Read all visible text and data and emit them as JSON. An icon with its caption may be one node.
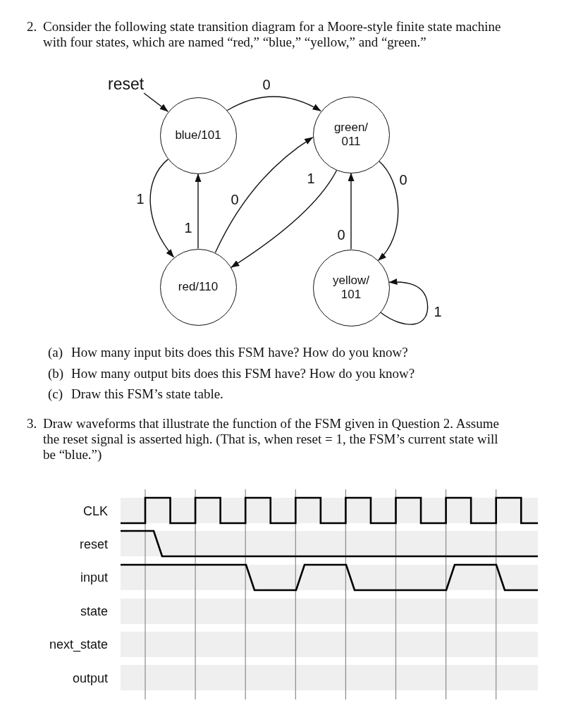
{
  "diagram": {
    "nodes": [
      {
        "text": [
          "reset"
        ]
      },
      {
        "text": [
          "blue/101"
        ]
      },
      {
        "text": [
          "green/ 011"
        ]
      },
      {
        "text": [
          "red/110"
        ]
      },
      {
        "text": [
          "yellow/ 101"
        ]
      }
    ],
    "edges": [
      {
        "from": 0,
        "to": 1,
        "arrow": "to"
      },
      {
        "from": 1,
        "to": 2,
        "arrow": "to",
        "label": "0"
      },
      {
        "from": 1,
        "to": 3,
        "arrow": "to",
        "label": "1"
      },
      {
        "from": 3,
        "to": 1,
        "arrow": "to",
        "label": "1"
      },
      {
        "from": 3,
        "to": 2,
        "arrow": "to",
        "label": "0"
      },
      {
        "from": 2,
        "to": 3,
        "arrow": "to",
        "label": "1"
      },
      {
        "from": 2,
        "to": 4,
        "arrow": "to",
        "label": "0"
      },
      {
        "from": 4,
        "to": 2,
        "arrow": "to",
        "label": "0"
      },
      {
        "from": 4,
        "to": 4,
        "arrow": "to",
        "label": "1"
      }
    ],
    "labels": [
      "2.",
      "Consider the following state transition diagram for a Moore-style finite state machine with four states, which are named “red,” “blue,” “yellow,” and “green.”",
      "(a)",
      "How many input bits does this FSM have? How do you know?",
      "(b)",
      "How many output bits does this FSM have? How do you know?",
      "(c)",
      "Draw this FSM’s state table.",
      "3.",
      "Draw waveforms that illustrate the function of the FSM given in Question 2. Assume the reset signal is asserted high. (That is, when reset = 1, the FSM’s current state will be “blue.”)",
      "CLK",
      "reset",
      "input",
      "state",
      "next_state",
      "output"
    ]
  }
}
